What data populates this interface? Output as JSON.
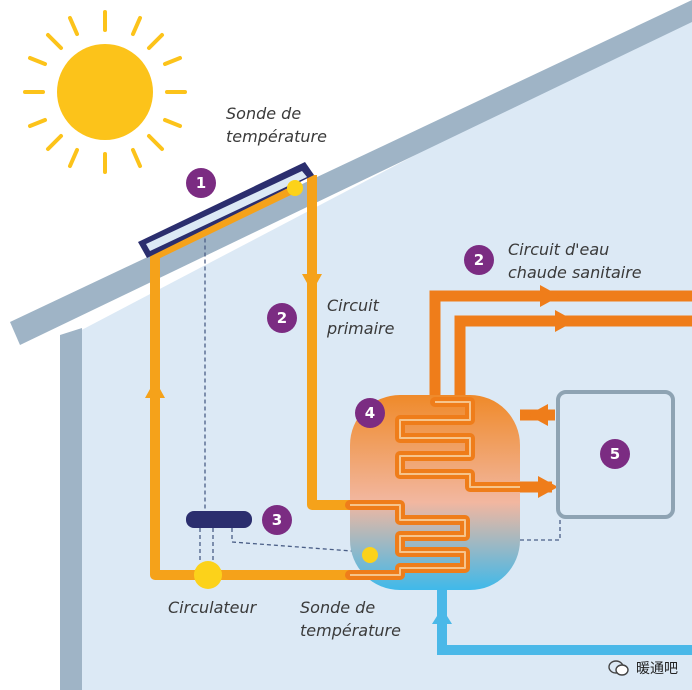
{
  "labels": {
    "sonde_top": [
      "Sonde de",
      "température"
    ],
    "circuit_eau": [
      "Circuit d'eau",
      "chaude sanitaire"
    ],
    "circuit_primaire": [
      "Circuit",
      "primaire"
    ],
    "circulateur": "Circulateur",
    "sonde_bottom": [
      "Sonde de",
      "température"
    ]
  },
  "badges": [
    "1",
    "2",
    "2",
    "3",
    "4",
    "5"
  ],
  "watermark": "暖通吧",
  "colors": {
    "sky": "#dce9f5",
    "roof": "#9fb4c6",
    "sun": "#fcc31a",
    "primary_circuit": "#f5a21a",
    "hot_water": "#ef7d1a",
    "cold_water": "#4ab8e8",
    "badge": "#7b2c82",
    "panel_frame": "#2b2e6e"
  }
}
